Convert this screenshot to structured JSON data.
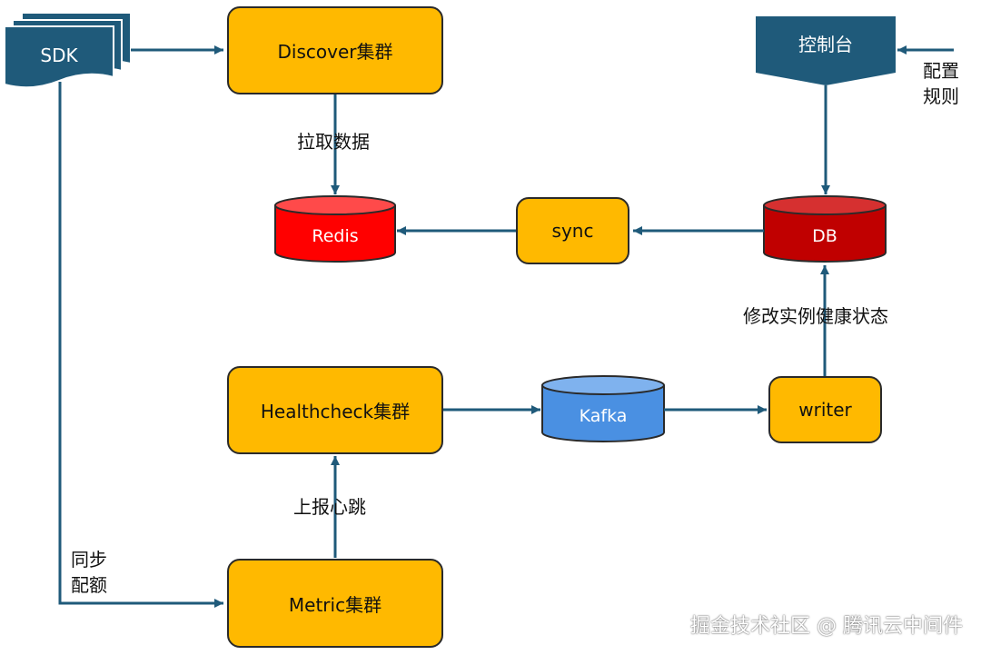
{
  "colors": {
    "box_fill": "#FFB900",
    "redis_fill": "#FF0000",
    "db_fill": "#C00000",
    "kafka_fill": "#4A90E2",
    "sdk_fill": "#1F5A7A",
    "console_fill": "#1F5A7A",
    "arrow": "#1F5A7A"
  },
  "nodes": {
    "sdk": "SDK",
    "discover": "Discover集群",
    "console": "控制台",
    "redis": "Redis",
    "sync": "sync",
    "db": "DB",
    "healthcheck": "Healthcheck集群",
    "kafka": "Kafka",
    "writer": "writer",
    "metric": "Metric集群"
  },
  "edges": {
    "config_rules_1": "配置",
    "config_rules_2": "规则",
    "pull_data": "拉取数据",
    "modify_health": "修改实例健康状态",
    "report_heartbeat": "上报心跳",
    "sync_quota_1": "同步",
    "sync_quota_2": "配额"
  },
  "watermark": "掘金技术社区 @ 腾讯云中间件"
}
